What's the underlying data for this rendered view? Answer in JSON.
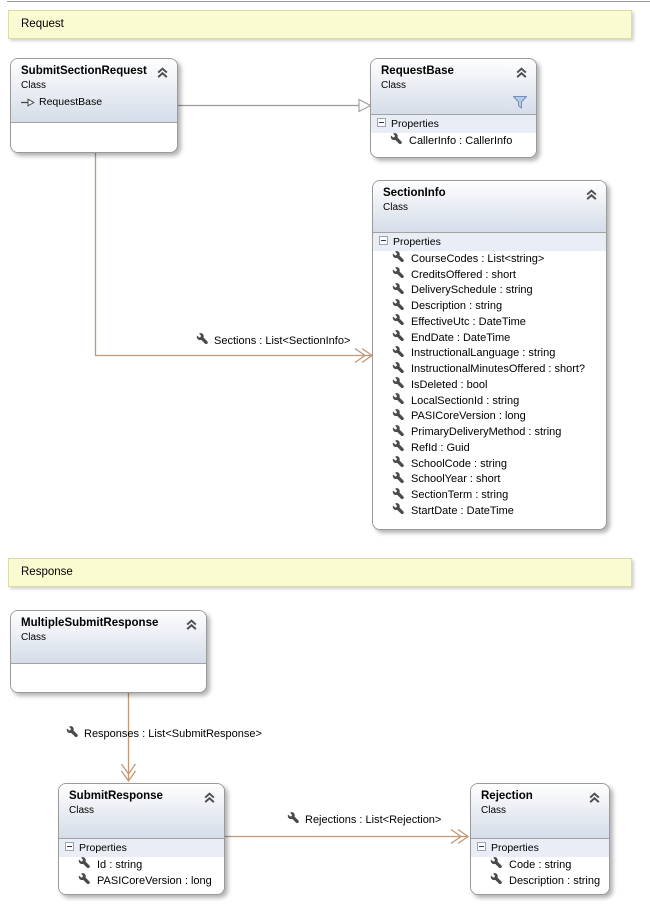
{
  "banners": {
    "request": "Request",
    "response": "Response"
  },
  "labels": {
    "properties": "Properties"
  },
  "classes": {
    "submit_section_request": {
      "name": "SubmitSectionRequest",
      "stereotype": "Class",
      "inherits": "RequestBase"
    },
    "request_base": {
      "name": "RequestBase",
      "stereotype": "Class",
      "properties": [
        "CallerInfo : CallerInfo"
      ]
    },
    "section_info": {
      "name": "SectionInfo",
      "stereotype": "Class",
      "properties": [
        "CourseCodes : List<string>",
        "CreditsOffered : short",
        "DeliverySchedule : string",
        "Description : string",
        "EffectiveUtc : DateTime",
        "EndDate : DateTime",
        "InstructionalLanguage : string",
        "InstructionalMinutesOffered : short?",
        "IsDeleted : bool",
        "LocalSectionId : string",
        "PASICoreVersion : long",
        "PrimaryDeliveryMethod : string",
        "RefId : Guid",
        "SchoolCode : string",
        "SchoolYear : short",
        "SectionTerm : string",
        "StartDate : DateTime"
      ]
    },
    "multiple_submit_response": {
      "name": "MultipleSubmitResponse",
      "stereotype": "Class"
    },
    "submit_response": {
      "name": "SubmitResponse",
      "stereotype": "Class",
      "properties": [
        "Id : string",
        "PASICoreVersion : long"
      ]
    },
    "rejection": {
      "name": "Rejection",
      "stereotype": "Class",
      "properties": [
        "Code : string",
        "Description : string"
      ]
    }
  },
  "connectors": {
    "sections": {
      "label": "Sections : List<SectionInfo>"
    },
    "responses": {
      "label": "Responses : List<SubmitResponse>"
    },
    "rejections": {
      "label": "Rejections : List<Rejection>"
    }
  },
  "colors": {
    "association_line": "#c29877",
    "inheritance_line": "#9b9b9b",
    "banner_bg": "#fbfbd2",
    "banner_border": "#dcdca4",
    "box_border": "#9a9a9a",
    "header_gradient_top": "#fefefe",
    "header_gradient_bottom": "#d5dde9",
    "compartment_bg": "#e8edf6"
  }
}
